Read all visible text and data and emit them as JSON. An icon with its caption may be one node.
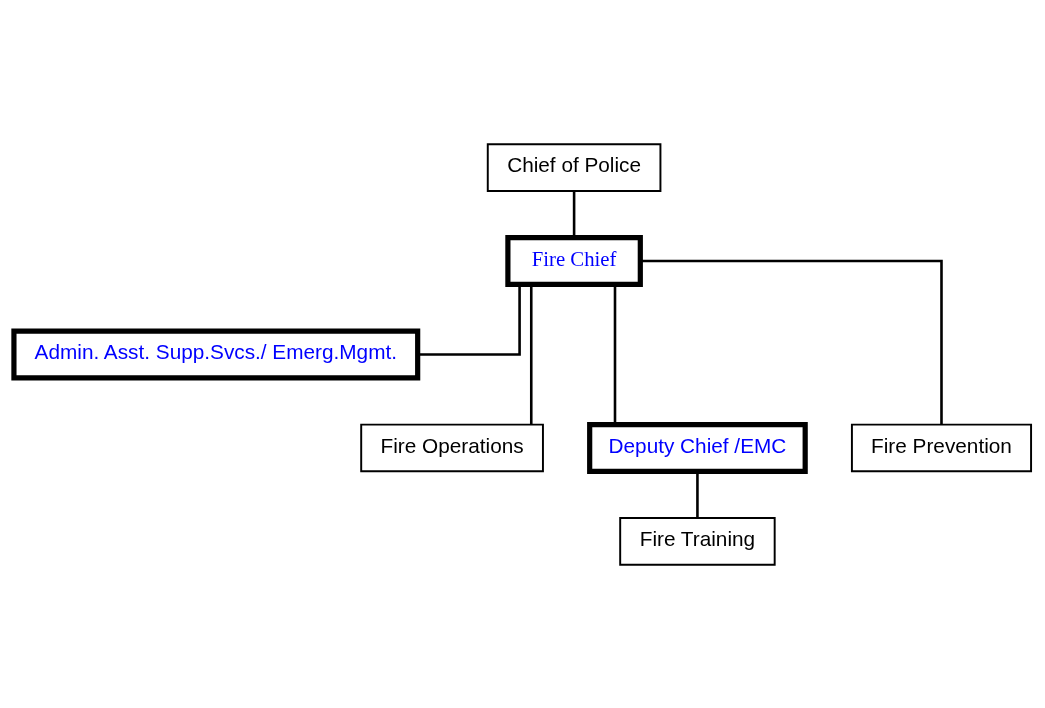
{
  "diagram": {
    "nodes": [
      {
        "text": [
          "Chief of Police"
        ]
      },
      {
        "text": [
          "Fire Chief"
        ]
      },
      {
        "text": [
          "Admin. Asst. Supp.Svcs./ Emerg.Mgmt."
        ]
      },
      {
        "text": [
          "Fire Operations"
        ]
      },
      {
        "text": [
          "Deputy Chief /EMC"
        ]
      },
      {
        "text": [
          "Fire Prevention"
        ]
      },
      {
        "text": [
          "Fire Training"
        ]
      }
    ],
    "edges": [
      {
        "from": 0,
        "to": 1,
        "arrow": "none"
      },
      {
        "from": 1,
        "to": 2,
        "arrow": "none"
      },
      {
        "from": 1,
        "to": 3,
        "arrow": "none"
      },
      {
        "from": 1,
        "to": 4,
        "arrow": "none"
      },
      {
        "from": 1,
        "to": 5,
        "arrow": "none"
      },
      {
        "from": 4,
        "to": 6,
        "arrow": "none"
      }
    ]
  }
}
